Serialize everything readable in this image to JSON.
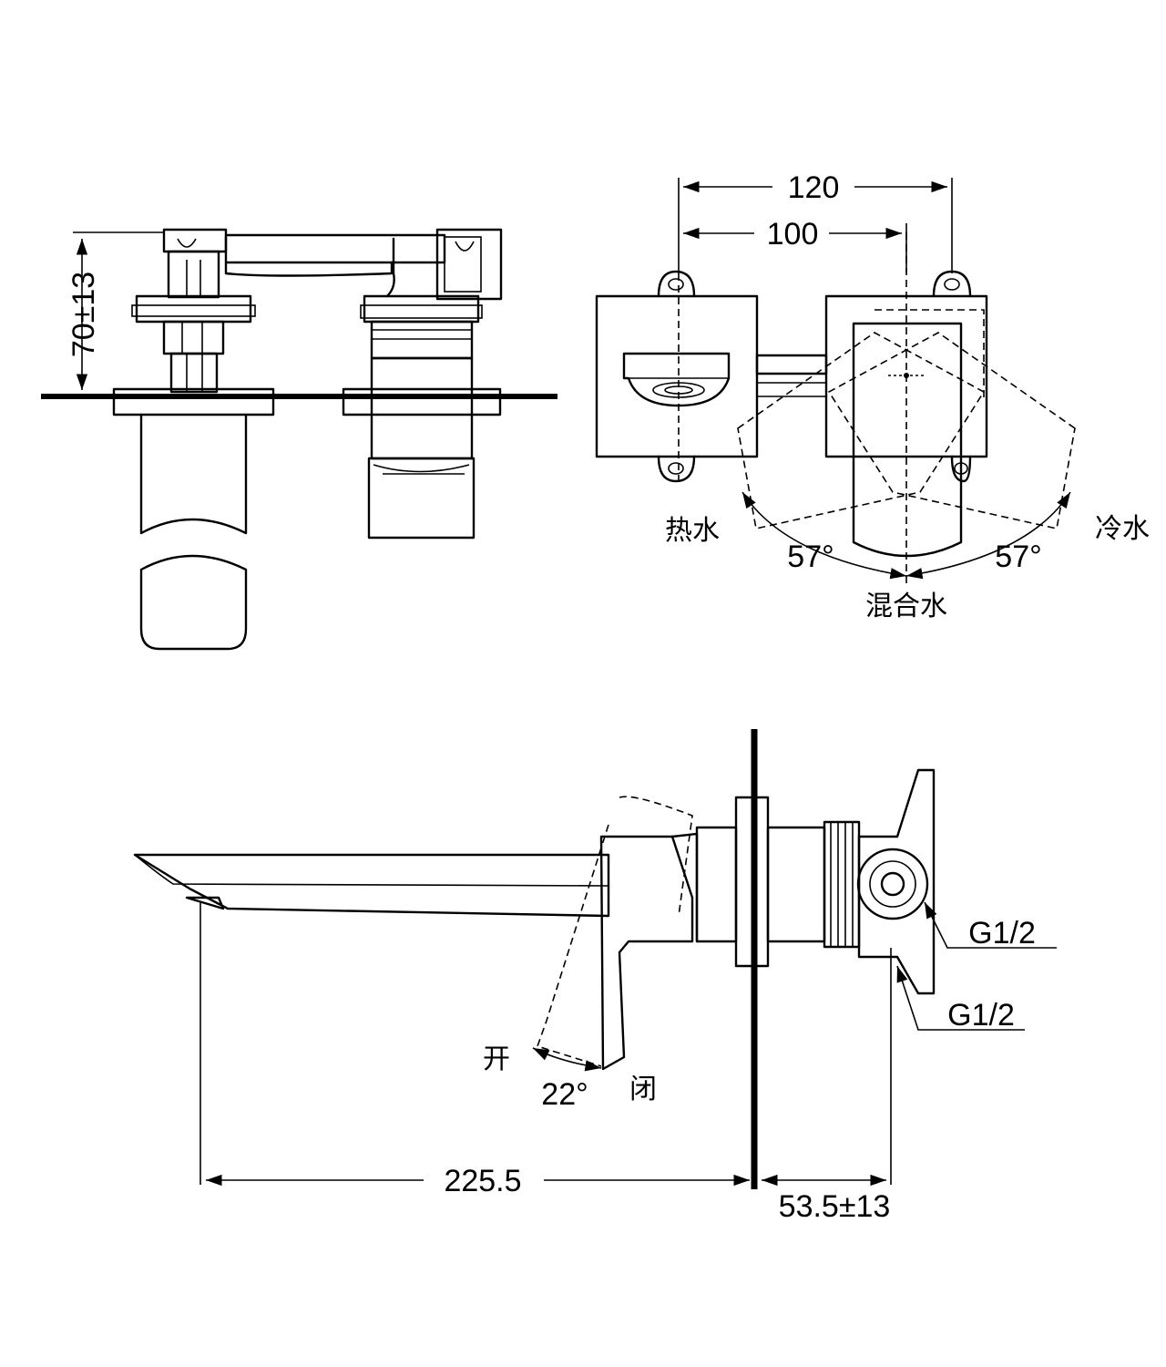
{
  "top_view": {
    "height_dim": "70±13"
  },
  "front_view": {
    "width_outer": "120",
    "width_inner": "100",
    "hot_label": "热水",
    "cold_label": "冷水",
    "mix_label": "混合水",
    "angle_left": "57°",
    "angle_right": "57°"
  },
  "side_view": {
    "open_label": "开",
    "close_label": "闭",
    "handle_angle": "22°",
    "thread_upper": "G1/2",
    "thread_lower": "G1/2",
    "spout_length": "225.5",
    "depth_dim": "53.5±13"
  }
}
